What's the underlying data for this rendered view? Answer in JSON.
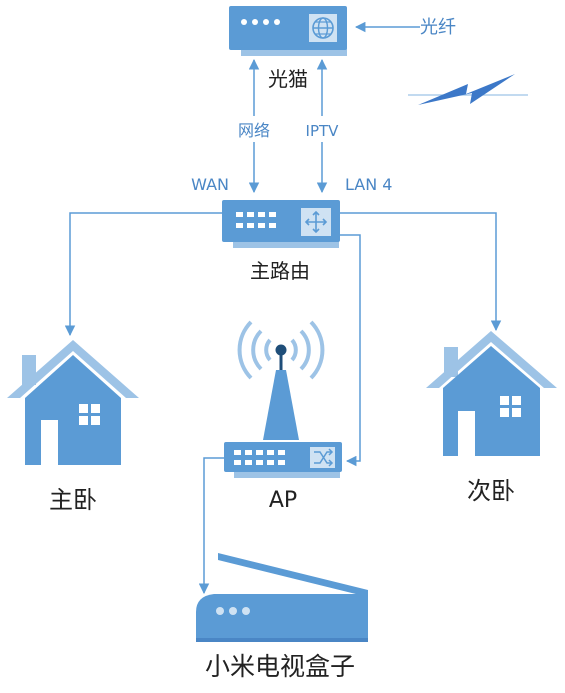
{
  "devices": {
    "modem": {
      "label": "光猫",
      "icon": "globe-icon"
    },
    "router": {
      "label": "主路由",
      "wan_port": "WAN",
      "lan_port": "LAN 4",
      "icon": "network-arrows-icon"
    },
    "ap": {
      "label": "AP",
      "icon": "shuffle-icon"
    },
    "tv_box": {
      "label": "小米电视盒子"
    }
  },
  "rooms": {
    "master_bedroom": "主卧",
    "second_bedroom": "次卧"
  },
  "links": {
    "fiber": "光纤",
    "network": "网络",
    "iptv": "IPTV"
  },
  "colors": {
    "device": "#5b9bd5",
    "device_light": "#9dc3e6",
    "line": "#5b9bd5",
    "label_text": "#4a86c5",
    "house_roof": "#9dc3e6",
    "house_body": "#5b9bd5",
    "heading_text": "#222222"
  }
}
